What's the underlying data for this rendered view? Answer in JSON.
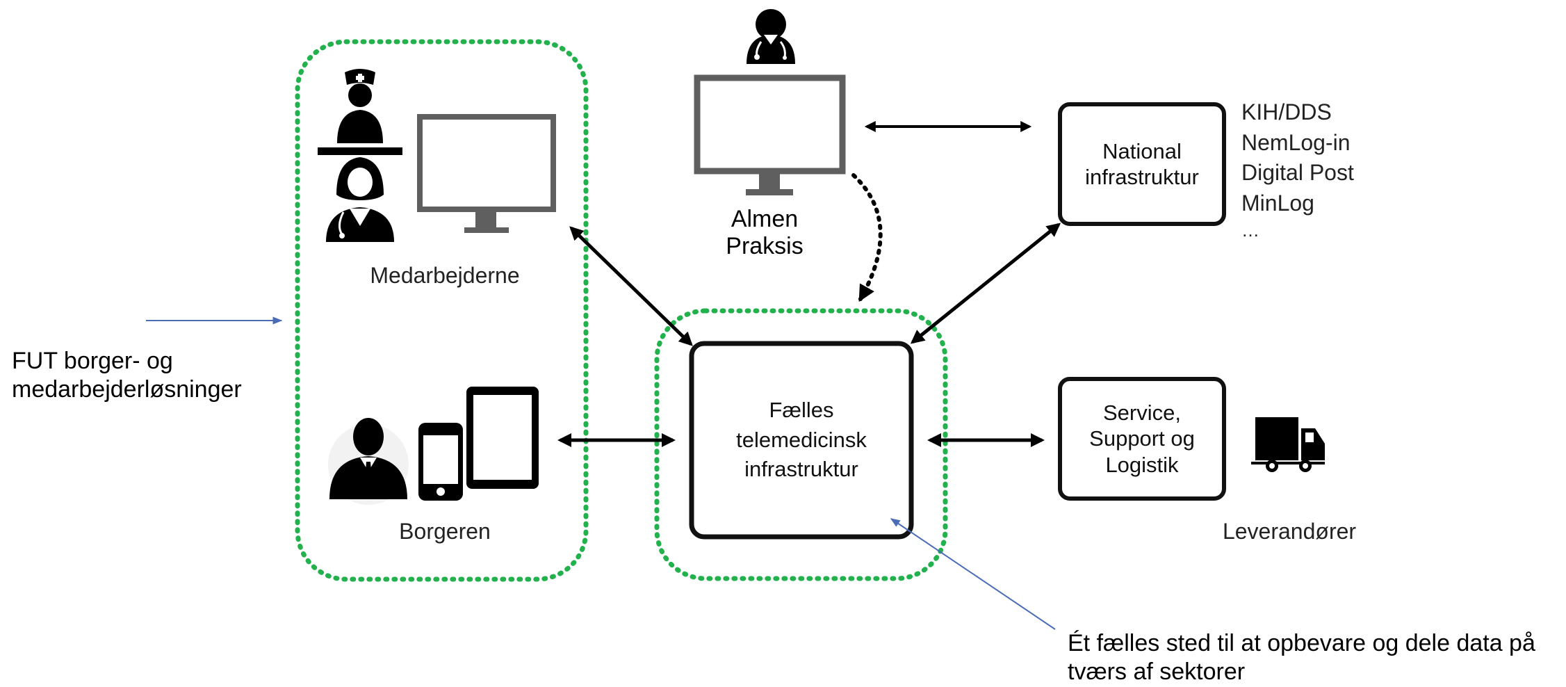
{
  "colors": {
    "accent_green": "#22b14c",
    "annotation_blue": "#4a6bb5",
    "box_border": "#111111",
    "monitor_gray": "#5f5f5f"
  },
  "nodes": {
    "medarbejderne": "Medarbejderne",
    "borgeren": "Borgeren",
    "almen_praksis": "Almen\nPraksis",
    "national": "National\ninfrastruktur",
    "faelles": "Fælles\ntelemedicinsk\ninfrastruktur",
    "service": "Service,\nSupport og\nLogistik",
    "leverandorer": "Leverandører"
  },
  "national_list": [
    "KIH/DDS",
    "NemLog-in",
    "Digital Post",
    "MinLog",
    "…"
  ],
  "annotations": {
    "fut": "FUT borger- og\nmedarbejderløsninger",
    "faelles_sted": "Ét fælles sted til at opbevare og dele data på\ntværs af sektorer"
  },
  "icons": {
    "nurse": "nurse-icon",
    "female_doctor": "female-doctor-icon",
    "monitor": "monitor-icon",
    "citizen": "citizen-icon",
    "phone": "smartphone-icon",
    "tablet": "tablet-icon",
    "doctor": "doctor-icon",
    "truck": "truck-icon"
  }
}
